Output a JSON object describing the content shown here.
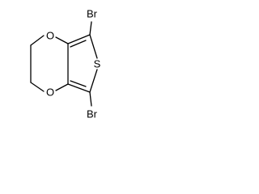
{
  "structure": {
    "atoms": {
      "bromine_top": "Br",
      "bromine_bottom": "Br",
      "sulfur": "S",
      "oxygen_top": "O",
      "oxygen_bottom": "O"
    }
  }
}
